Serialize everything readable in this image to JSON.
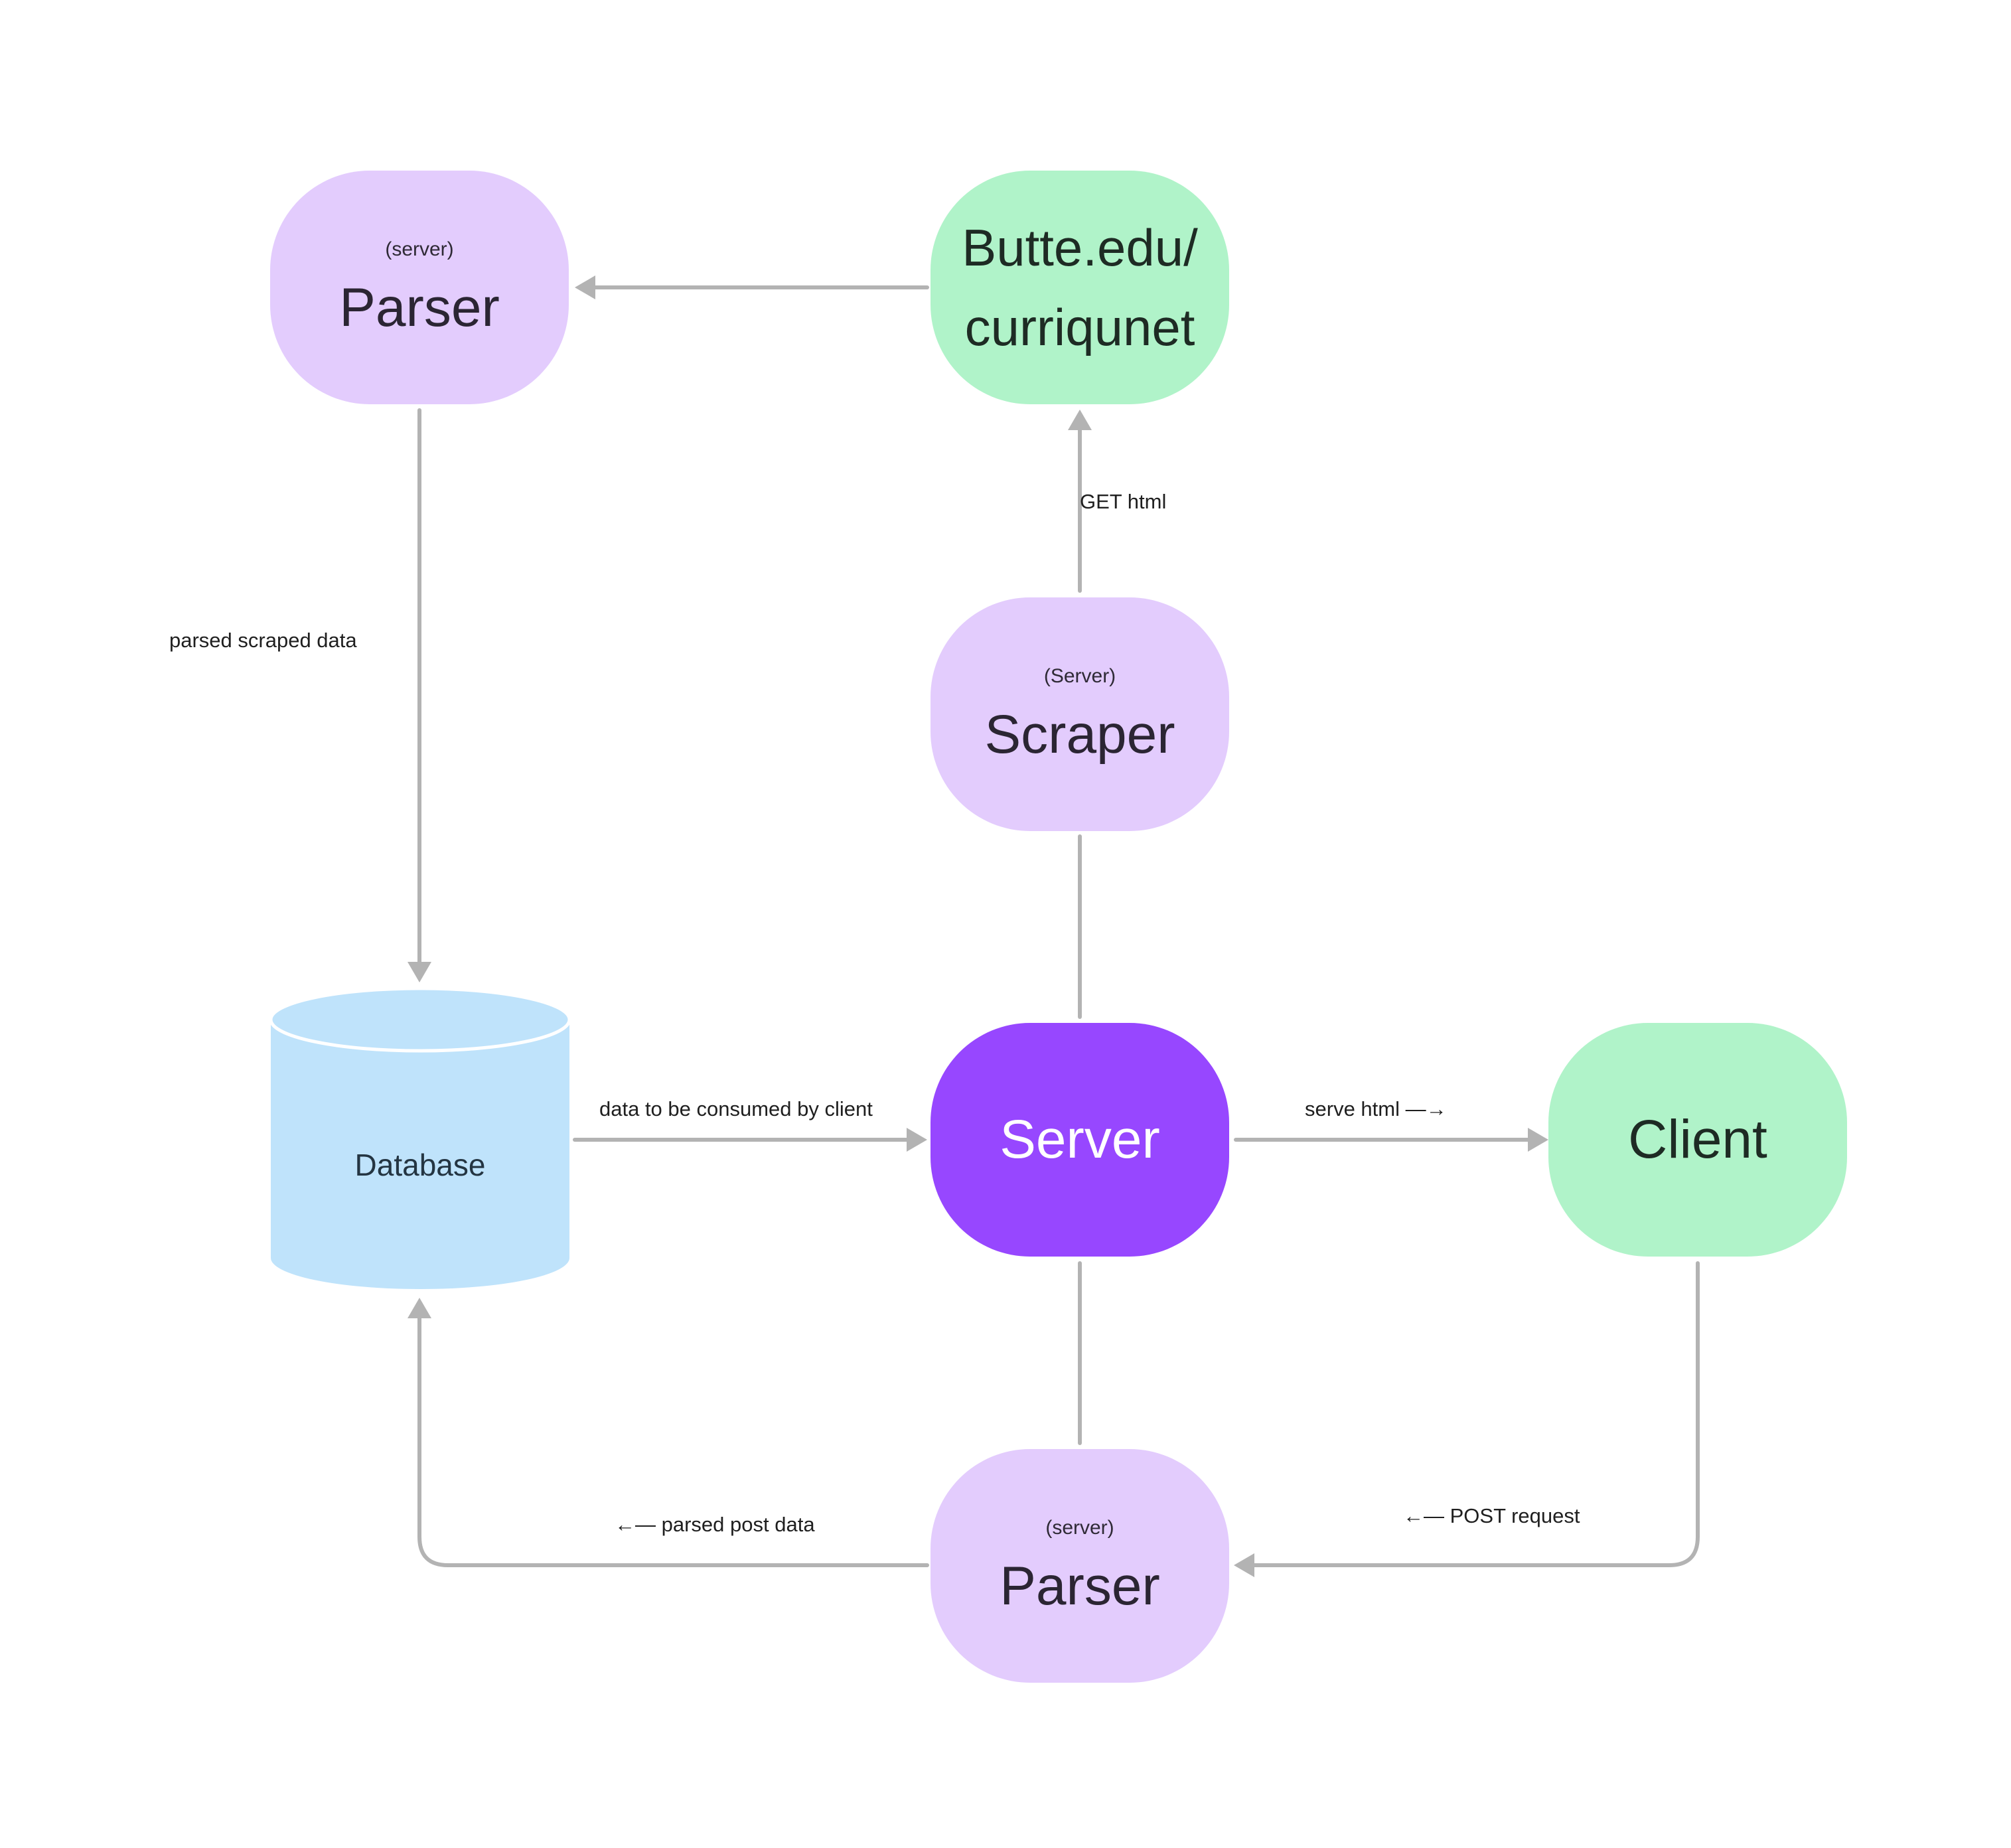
{
  "colors": {
    "process_node": "#e3ccfd",
    "external_node": "#b0f3c9",
    "server_node": "#9747ff",
    "database": "#bfe3fb",
    "connector": "#b3b3b3"
  },
  "nodes": {
    "parser_top": {
      "sub": "(server)",
      "main": "Parser"
    },
    "site": {
      "line1": "Butte.edu/",
      "line2": "curriqunet"
    },
    "scraper": {
      "sub": "(Server)",
      "main": "Scraper"
    },
    "database": {
      "label": "Database"
    },
    "server": {
      "main": "Server"
    },
    "client": {
      "main": "Client"
    },
    "parser_bottom": {
      "sub": "(server)",
      "main": "Parser"
    }
  },
  "edge_labels": {
    "get_html": "GET html",
    "parsed_scraped_data": "parsed scraped data",
    "data_to_client": "data to be consumed by client",
    "serve_html": "serve html —→",
    "post_request": "←— POST request",
    "parsed_post_data": "←— parsed post data"
  }
}
